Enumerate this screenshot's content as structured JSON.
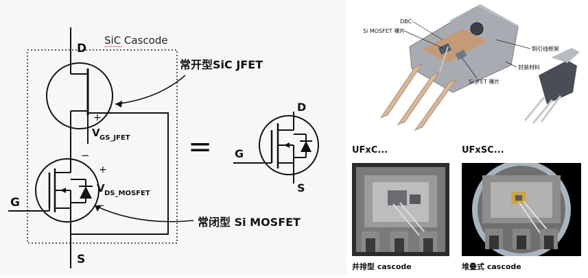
{
  "schematic": {
    "title": "SiC Cascode",
    "drain_label": "D",
    "source_label": "S",
    "gate_label": "G",
    "jfet_label": "常开型SiC JFET",
    "mosfet_label": "常闭型 Si MOSFET",
    "vgs_label": "V",
    "vgs_sub": "GS_JFET",
    "vds_label": "V",
    "vds_sub": "DS_MOSFET",
    "plus": "+",
    "minus": "−",
    "equals": "=",
    "eq_drain": "D",
    "eq_gate": "G",
    "eq_source": "S"
  },
  "package_diagram": {
    "dbc_label": "DBC",
    "mosfet_die_label": "Si MOSFET 裸片",
    "jfet_die_label": "Si JFET 裸片",
    "leadframe_label": "铜引线框架",
    "mold_label": "封装材料"
  },
  "photos": {
    "left_title": "UFxC...",
    "right_title": "UFxSC...",
    "left_caption": "并排型 cascode",
    "right_caption": "堆叠式 cascode"
  },
  "colors": {
    "line": "#111111",
    "copper": "#d8b89a",
    "mold_dark": "#4a4d55",
    "metal": "#b8bcc2"
  }
}
